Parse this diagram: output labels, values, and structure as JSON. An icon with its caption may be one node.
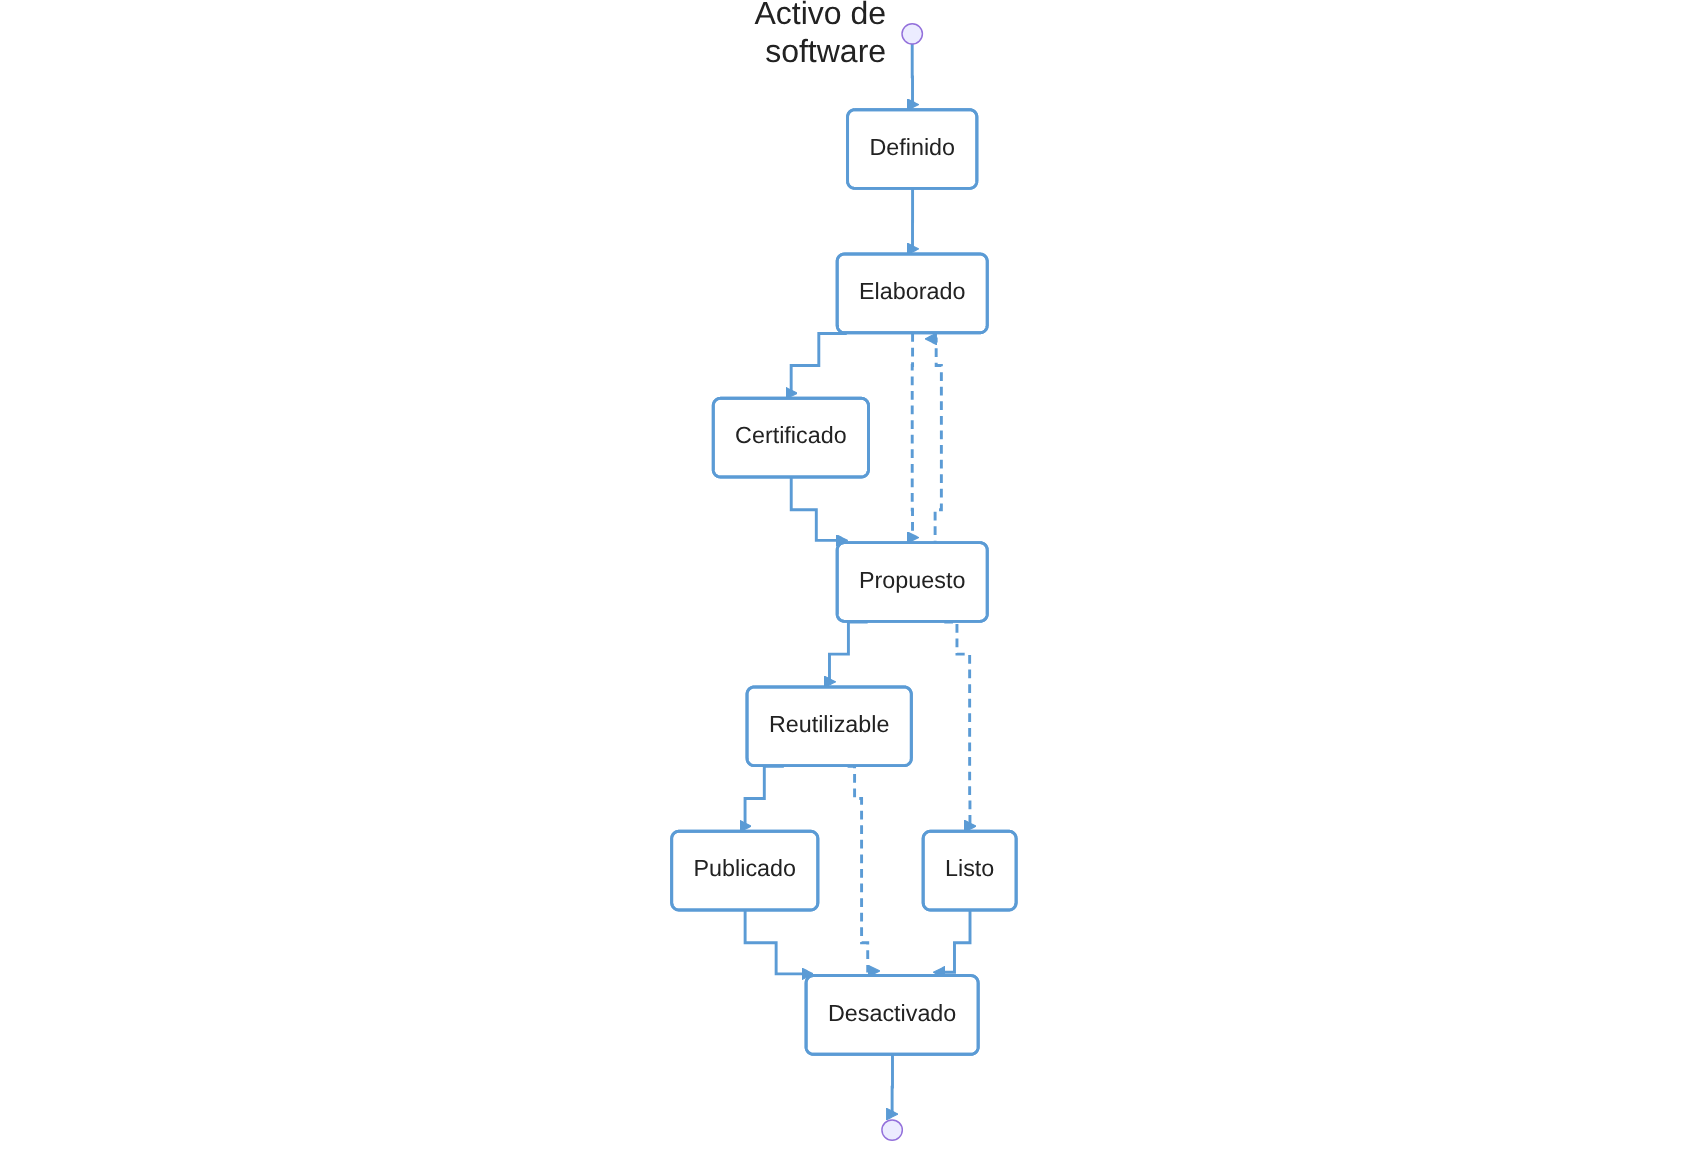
{
  "diagram": {
    "nodes": [
      {
        "text": [],
        "shape": "circle",
        "beside": [
          "Activo de software"
        ]
      },
      {
        "text": [
          "Definido"
        ]
      },
      {
        "text": [
          "Elaborado"
        ]
      },
      {
        "text": [
          "Certificado"
        ]
      },
      {
        "text": [
          "Propuesto"
        ]
      },
      {
        "text": [
          "Listo"
        ]
      },
      {
        "text": [
          "Reutilizable"
        ]
      },
      {
        "text": [
          "Publicado"
        ]
      },
      {
        "text": [
          "Desactivado"
        ]
      },
      {
        "text": [],
        "shape": "circle"
      }
    ],
    "edges": [
      {
        "from": 0,
        "to": 1,
        "arrow": "to"
      },
      {
        "from": 1,
        "to": 2,
        "arrow": "to"
      },
      {
        "from": 2,
        "to": 3,
        "arrow": "to"
      },
      {
        "from": 3,
        "to": 4,
        "arrow": "to"
      },
      {
        "from": 2,
        "to": 4,
        "arrow": "to",
        "style": "dashed"
      },
      {
        "from": 4,
        "to": 2,
        "arrow": "to",
        "style": "dashed"
      },
      {
        "from": 4,
        "to": 6,
        "arrow": "to"
      },
      {
        "from": 4,
        "to": 5,
        "arrow": "to",
        "style": "dashed"
      },
      {
        "from": 6,
        "to": 7,
        "arrow": "to"
      },
      {
        "from": 7,
        "to": 8,
        "arrow": "to"
      },
      {
        "from": 6,
        "to": 8,
        "arrow": "to",
        "style": "dashed"
      },
      {
        "from": 5,
        "to": 8,
        "arrow": "to"
      },
      {
        "from": 8,
        "to": 9,
        "arrow": "to"
      }
    ]
  }
}
